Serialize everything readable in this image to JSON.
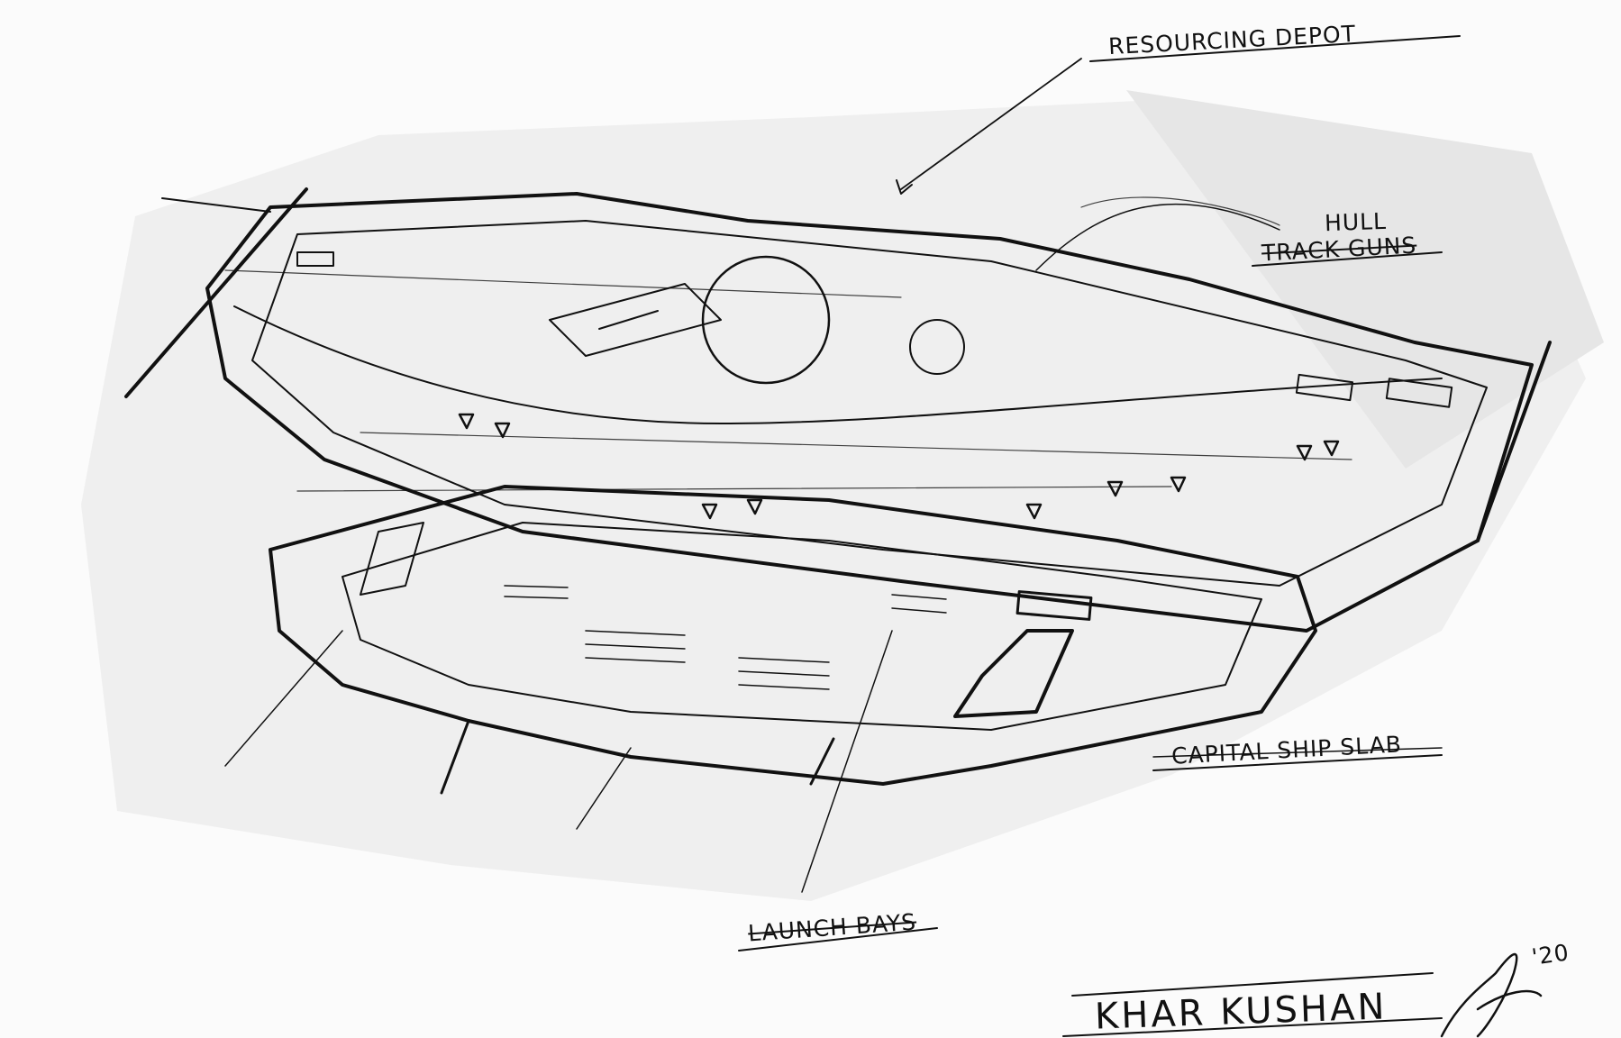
{
  "annotations": {
    "resourcing_depot": "RESOURCING DEPOT",
    "hull": "HULL",
    "track_guns": "TRACK GUNS",
    "capital_ship_slab": "CAPITAL SHIP SLAB",
    "launch_bays": "LAUNCH BAYS",
    "title": "KHAR KUSHAN",
    "date_mark": "'20"
  },
  "style": {
    "ink": "#111111",
    "paper": "#fbfbfb",
    "shade": "#e9e9e9"
  }
}
